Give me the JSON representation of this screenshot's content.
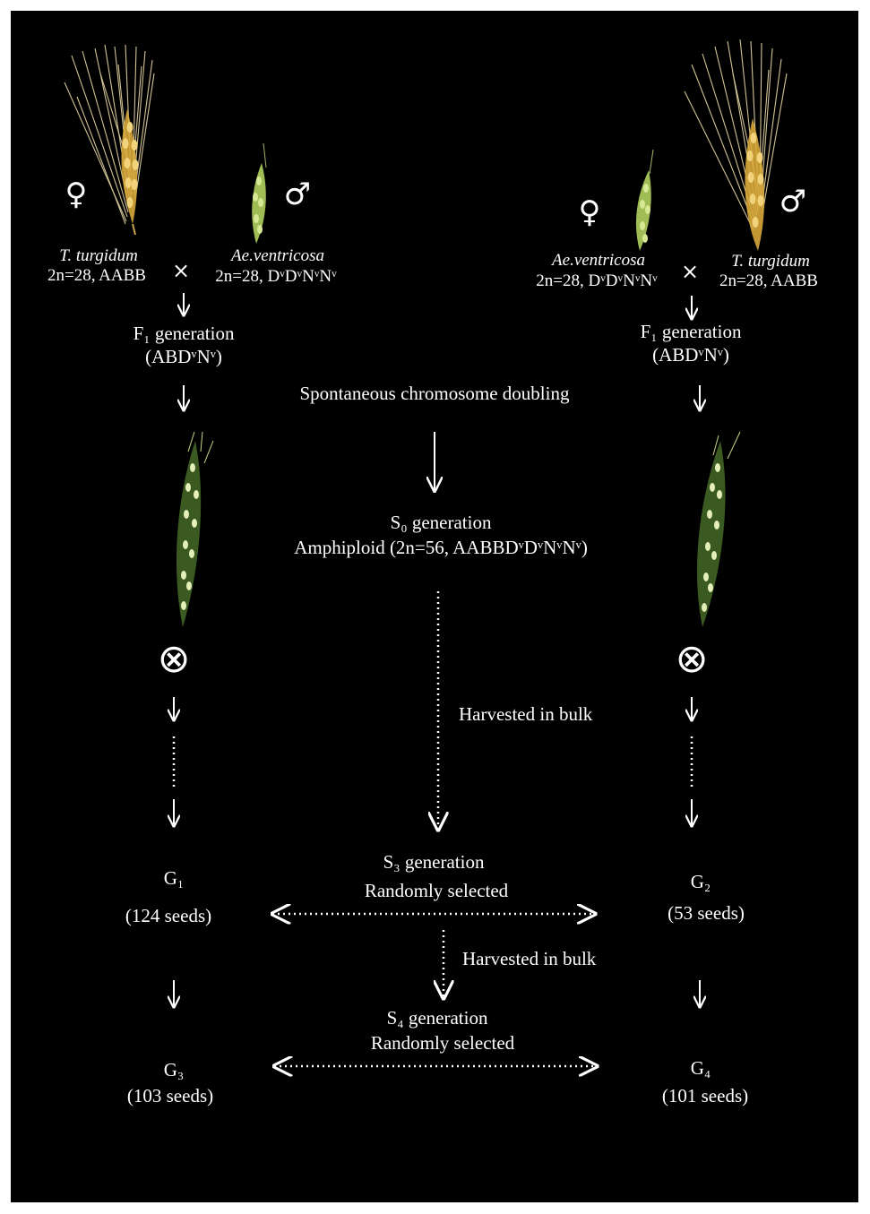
{
  "colors": {
    "background": "#000000",
    "foreground": "#ffffff",
    "spike_gold": "#d8a83a",
    "spike_green": "#b9d46a"
  },
  "left_cross": {
    "female_symbol": "♀",
    "male_symbol": "♂",
    "cross_symbol": "×",
    "female_parent_name": "T. turgidum",
    "female_parent_genome": "2n=28, AABB",
    "male_parent_name": "Ae.ventricosa",
    "male_parent_genome": "2n=28, DᵛDᵛNᵛNᵛ",
    "f1_label": "F₁ generation",
    "f1_genome": "(ABDᵛNᵛ)"
  },
  "right_cross": {
    "female_symbol": "♀",
    "male_symbol": "♂",
    "cross_symbol": "×",
    "female_parent_name": "Ae.ventricosa",
    "female_parent_genome": "2n=28, DᵛDᵛNᵛNᵛ",
    "male_parent_name": "T. turgidum",
    "male_parent_genome": "2n=28, AABB",
    "f1_label": "F₁ generation",
    "f1_genome": "(ABDᵛNᵛ)"
  },
  "center": {
    "doubling": "Spontaneous chromosome doubling",
    "s0_label": "S₀ generation",
    "s0_detail": "Amphiploid (2n=56, AABBDᵛDᵛNᵛNᵛ)",
    "harvest_1": "Harvested in bulk",
    "s3_label": "S₃ generation",
    "s3_detail": "Randomly selected",
    "harvest_2": "Harvested in bulk",
    "s4_label": "S₄ generation",
    "s4_detail": "Randomly selected"
  },
  "selfing_symbol": "⊗",
  "outcomes": {
    "g1_label": "G₁",
    "g1_seeds": "(124 seeds)",
    "g2_label": "G₂",
    "g2_seeds": "(53 seeds)",
    "g3_label": "G₃",
    "g3_seeds": "(103 seeds)",
    "g4_label": "G₄",
    "g4_seeds": "(101 seeds)"
  }
}
